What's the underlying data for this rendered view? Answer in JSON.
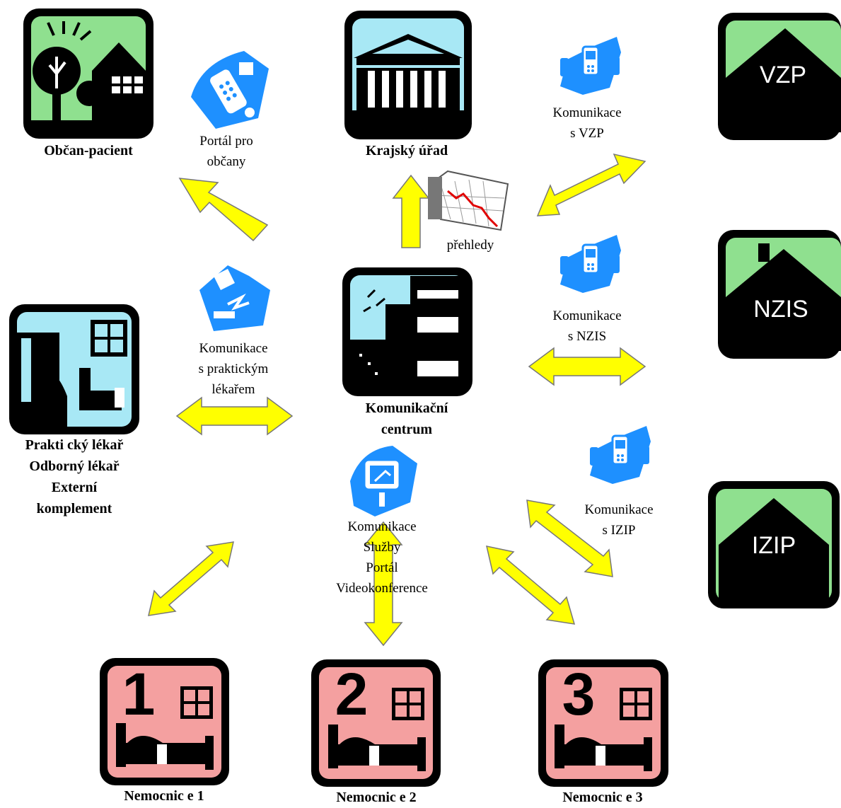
{
  "nodes": {
    "obcan": {
      "label": "Občan-pacient"
    },
    "krajsky": {
      "label": "Krajský úřad"
    },
    "vzp": {
      "label": "VZP"
    },
    "nzis": {
      "label": "NZIS"
    },
    "izip": {
      "label": "IZIP"
    },
    "centrum": {
      "lines": [
        "Komunikační",
        "centrum"
      ]
    },
    "lekar": {
      "lines": [
        "Prakti cký lékař",
        "Odborný lékař",
        "Externí",
        "komplement"
      ]
    },
    "hospitals": [
      {
        "number": "1",
        "label": "Nemocnic e 1"
      },
      {
        "number": "2",
        "label": "Nemocnic e 2"
      },
      {
        "number": "3",
        "label": "Nemocnic e 3"
      }
    ]
  },
  "edges": {
    "portal": {
      "lines": [
        "Portál pro",
        "občany"
      ]
    },
    "prehledy": {
      "label": "přehledy"
    },
    "vzp": {
      "lines": [
        "Komunikace",
        "s VZP"
      ]
    },
    "nzis": {
      "lines": [
        "Komunikace",
        "s NZIS"
      ]
    },
    "izip": {
      "lines": [
        "Komunikace",
        "s IZIP"
      ]
    },
    "lekar": {
      "lines": [
        "Komunikace",
        "s praktickým",
        "lékařem"
      ]
    },
    "sluzby": {
      "lines": [
        "Komunikace",
        "Služby",
        "Portál",
        "Videokonference"
      ]
    }
  },
  "colors": {
    "arrow": "#ffff00",
    "citizen": "#8fe08f",
    "office": "#a8e8f5",
    "house": "#8fe08f",
    "hospital": "#f4a0a0",
    "clip": "#1e90ff"
  }
}
